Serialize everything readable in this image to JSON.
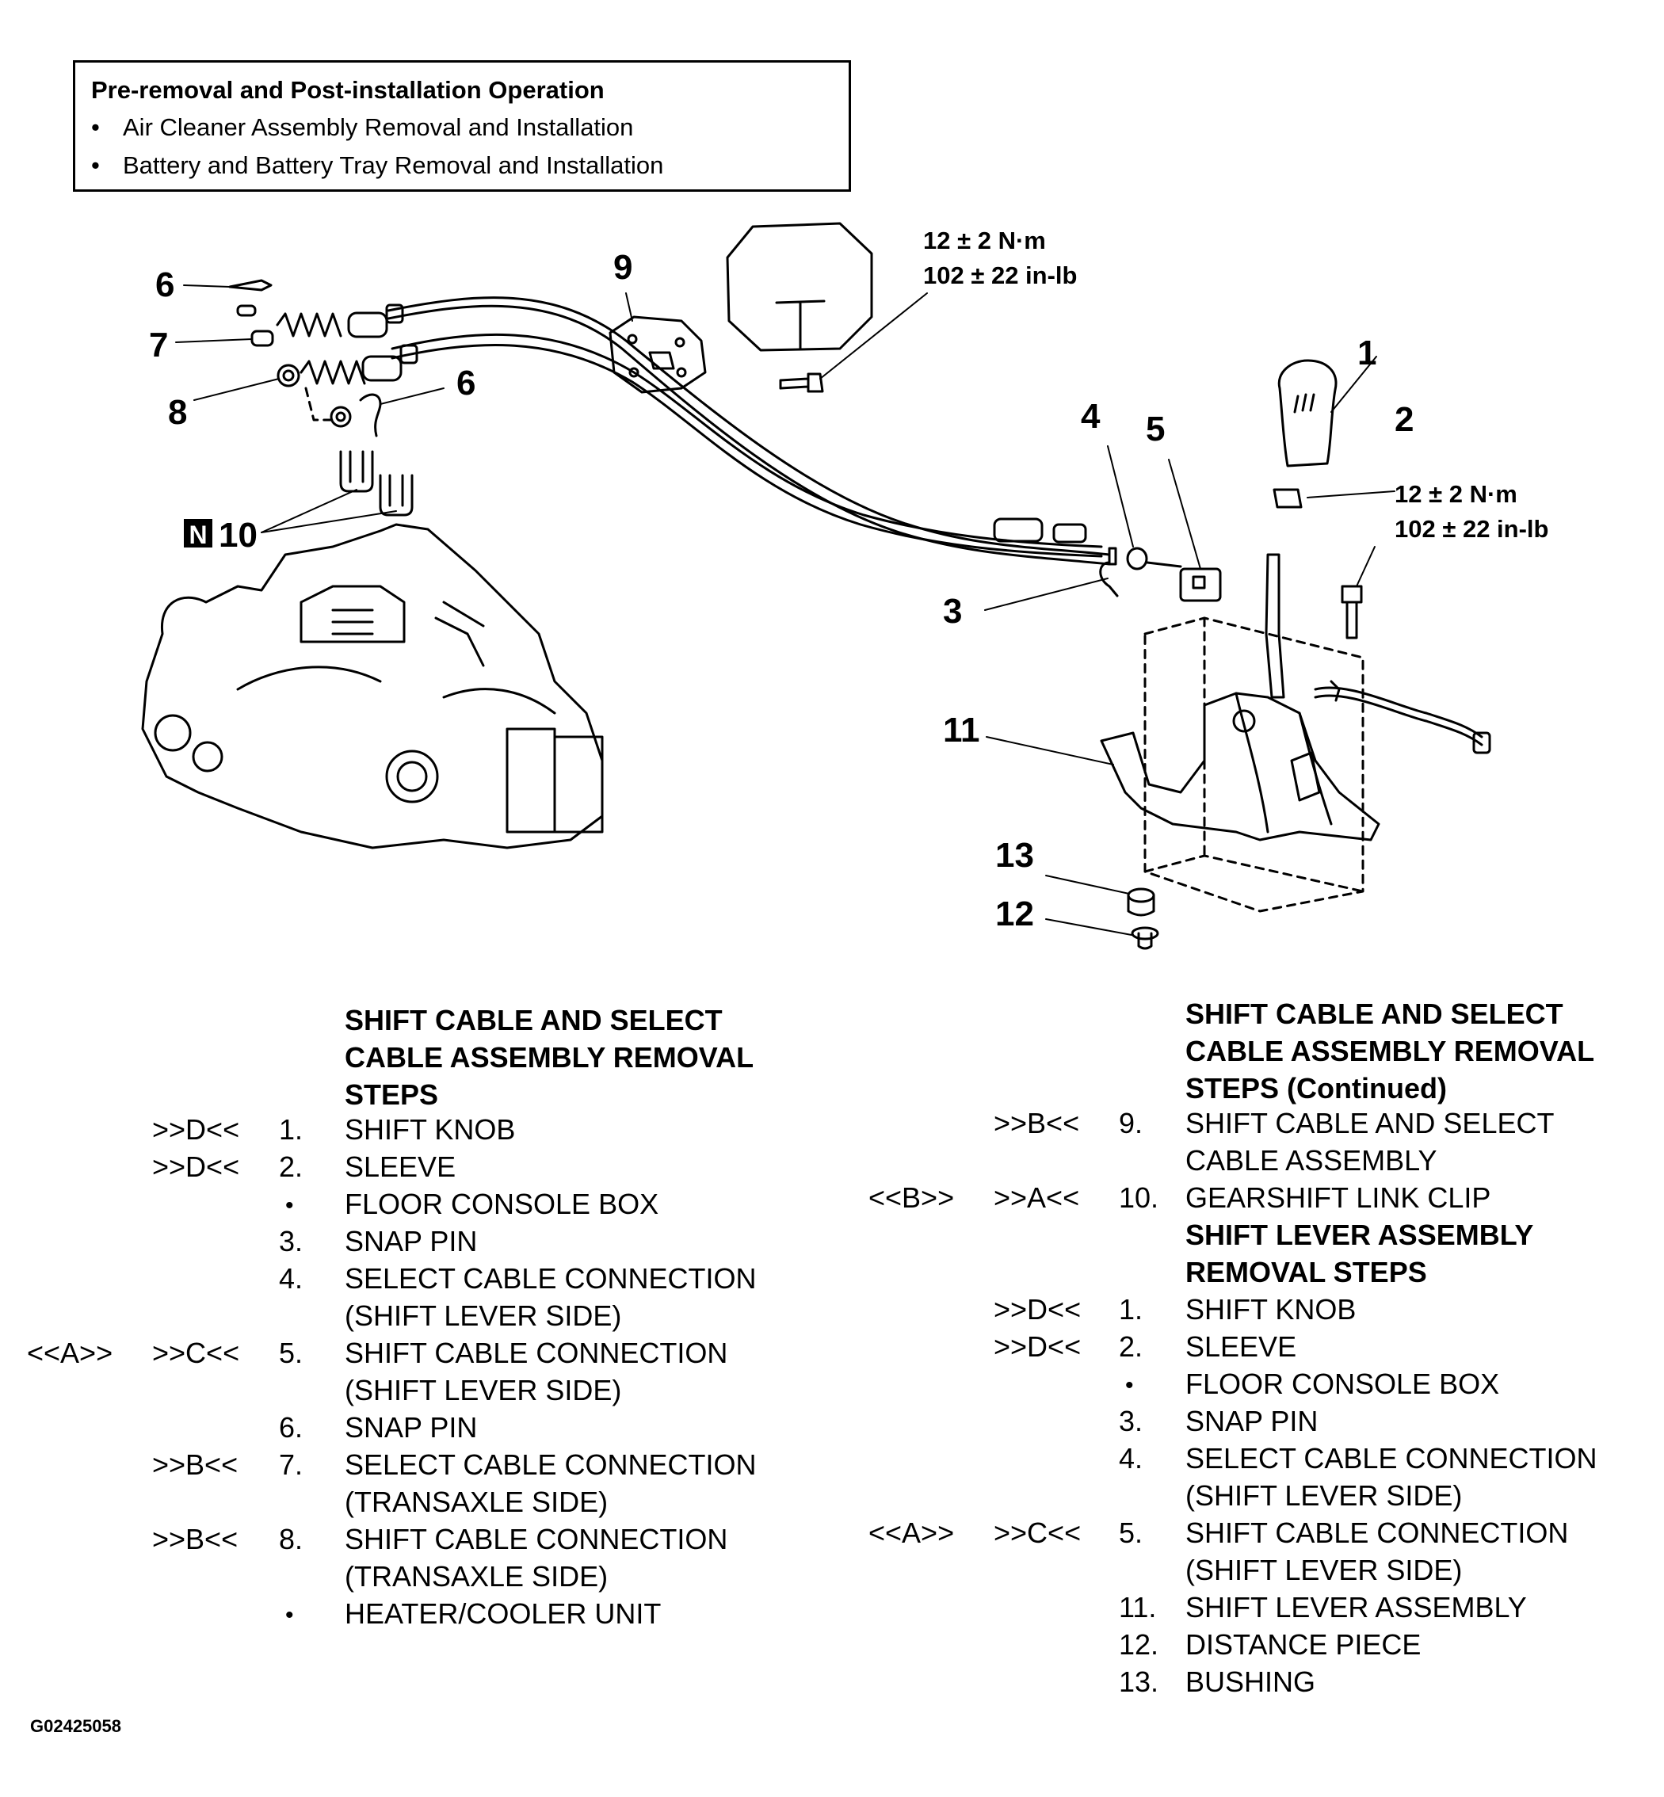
{
  "preop": {
    "title": "Pre-removal and Post-installation Operation",
    "items": [
      "Air Cleaner Assembly Removal and Installation",
      "Battery and Battery Tray Removal and Installation"
    ]
  },
  "callouts": {
    "n1": "1",
    "n2": "2",
    "n3": "3",
    "n4": "4",
    "n5": "5",
    "n6a": "6",
    "n6b": "6",
    "n7": "7",
    "n8": "8",
    "n9": "9",
    "n10": "10",
    "n10_box": "N",
    "n11": "11",
    "n12": "12",
    "n13": "13"
  },
  "torque_a": {
    "nm": "12 ± 2 N·m",
    "inlb": "102 ± 22 in-lb"
  },
  "torque_b": {
    "nm": "12 ± 2 N·m",
    "inlb": "102 ± 22 in-lb"
  },
  "left_list": {
    "heading": [
      "SHIFT CABLE AND SELECT",
      "CABLE ASSEMBLY REMOVAL",
      "STEPS"
    ],
    "rows": [
      {
        "a": "",
        "b": ">>D<<",
        "n": "1.",
        "t": "SHIFT KNOB"
      },
      {
        "a": "",
        "b": ">>D<<",
        "n": "2.",
        "t": "SLEEVE"
      },
      {
        "a": "",
        "b": "",
        "n": "•",
        "t": "FLOOR CONSOLE BOX"
      },
      {
        "a": "",
        "b": "",
        "n": "3.",
        "t": "SNAP PIN"
      },
      {
        "a": "",
        "b": "",
        "n": "4.",
        "t": "SELECT CABLE CONNECTION"
      },
      {
        "a": "",
        "b": "",
        "n": "",
        "t": "(SHIFT LEVER SIDE)"
      },
      {
        "a": "<<A>>",
        "b": ">>C<<",
        "n": "5.",
        "t": "SHIFT CABLE CONNECTION"
      },
      {
        "a": "",
        "b": "",
        "n": "",
        "t": "(SHIFT LEVER SIDE)"
      },
      {
        "a": "",
        "b": "",
        "n": "6.",
        "t": "SNAP PIN"
      },
      {
        "a": "",
        "b": ">>B<<",
        "n": "7.",
        "t": "SELECT CABLE CONNECTION"
      },
      {
        "a": "",
        "b": "",
        "n": "",
        "t": "(TRANSAXLE SIDE)"
      },
      {
        "a": "",
        "b": ">>B<<",
        "n": "8.",
        "t": "SHIFT CABLE CONNECTION"
      },
      {
        "a": "",
        "b": "",
        "n": "",
        "t": "(TRANSAXLE SIDE)"
      },
      {
        "a": "",
        "b": "",
        "n": "•",
        "t": "HEATER/COOLER UNIT"
      }
    ]
  },
  "right_list": {
    "heading": [
      "SHIFT CABLE AND SELECT",
      "CABLE ASSEMBLY REMOVAL",
      "STEPS (Continued)"
    ],
    "rows": [
      {
        "a": "",
        "b": ">>B<<",
        "n": "9.",
        "t": "SHIFT CABLE AND SELECT",
        "bold": false
      },
      {
        "a": "",
        "b": "",
        "n": "",
        "t": "CABLE ASSEMBLY",
        "bold": false
      },
      {
        "a": "<<B>>",
        "b": ">>A<<",
        "n": "10.",
        "t": "GEARSHIFT LINK CLIP",
        "bold": false
      },
      {
        "a": "",
        "b": "",
        "n": "",
        "t": "SHIFT LEVER ASSEMBLY",
        "bold": true
      },
      {
        "a": "",
        "b": "",
        "n": "",
        "t": "REMOVAL STEPS",
        "bold": true
      },
      {
        "a": "",
        "b": ">>D<<",
        "n": "1.",
        "t": "SHIFT KNOB",
        "bold": false
      },
      {
        "a": "",
        "b": ">>D<<",
        "n": "2.",
        "t": "SLEEVE",
        "bold": false
      },
      {
        "a": "",
        "b": "",
        "n": "•",
        "t": "FLOOR CONSOLE BOX",
        "bold": false
      },
      {
        "a": "",
        "b": "",
        "n": "3.",
        "t": "SNAP PIN",
        "bold": false
      },
      {
        "a": "",
        "b": "",
        "n": "4.",
        "t": "SELECT CABLE CONNECTION",
        "bold": false
      },
      {
        "a": "",
        "b": "",
        "n": "",
        "t": "(SHIFT LEVER SIDE)",
        "bold": false
      },
      {
        "a": "<<A>>",
        "b": ">>C<<",
        "n": "5.",
        "t": "SHIFT CABLE CONNECTION",
        "bold": false
      },
      {
        "a": "",
        "b": "",
        "n": "",
        "t": "(SHIFT LEVER SIDE)",
        "bold": false
      },
      {
        "a": "",
        "b": "",
        "n": "11.",
        "t": "SHIFT LEVER ASSEMBLY",
        "bold": false
      },
      {
        "a": "",
        "b": "",
        "n": "12.",
        "t": "DISTANCE PIECE",
        "bold": false
      },
      {
        "a": "",
        "b": "",
        "n": "13.",
        "t": "BUSHING",
        "bold": false
      }
    ]
  },
  "figure_code": "G02425058"
}
